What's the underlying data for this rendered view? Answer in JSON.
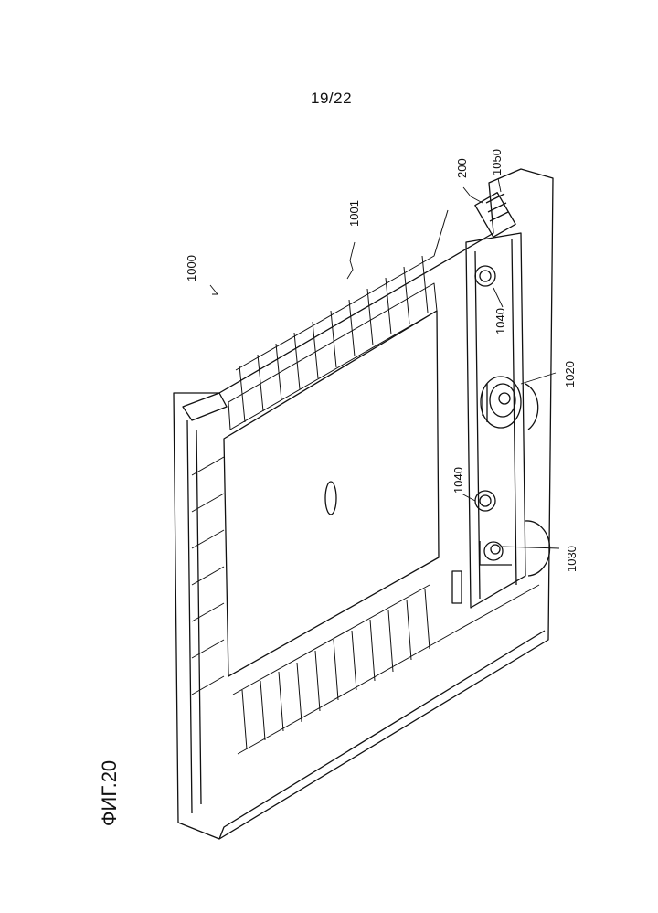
{
  "page_number": "19/22",
  "figure_title": "ФИГ.20",
  "reference_numerals": {
    "assembly": "1000",
    "wall": "1001",
    "connector": "200",
    "connector_housing": "1050",
    "boss_right": "1040",
    "boss_left": "1040",
    "filter_port": "1020",
    "valve": "1030"
  }
}
